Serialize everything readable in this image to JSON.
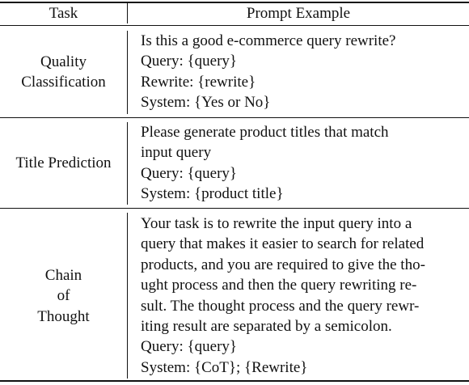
{
  "header": {
    "task": "Task",
    "prompt": "Prompt Example"
  },
  "rows": [
    {
      "task_lines": [
        "Quality",
        "Classification"
      ],
      "prompt_lines": [
        "Is this a good e-commerce query rewrite?",
        "Query: {query}",
        "Rewrite: {rewrite}",
        "System: {Yes or No}"
      ]
    },
    {
      "task_lines": [
        "Title Prediction"
      ],
      "prompt_lines": [
        "Please generate product titles that match",
        "input query",
        "Query: {query}",
        "System: {product title}"
      ]
    },
    {
      "task_lines": [
        "Chain",
        "of",
        "Thought"
      ],
      "prompt_lines": [
        "Your task is to rewrite the input query into a",
        "query that makes it easier to search for related",
        "products, and you are required to give the tho-",
        "ught process and then the query rewriting re-",
        "sult. The thought process and the query rewr-",
        "iting result are separated by a semicolon.",
        "Query: {query}",
        "System: {CoT}; {Rewrite}"
      ]
    }
  ]
}
